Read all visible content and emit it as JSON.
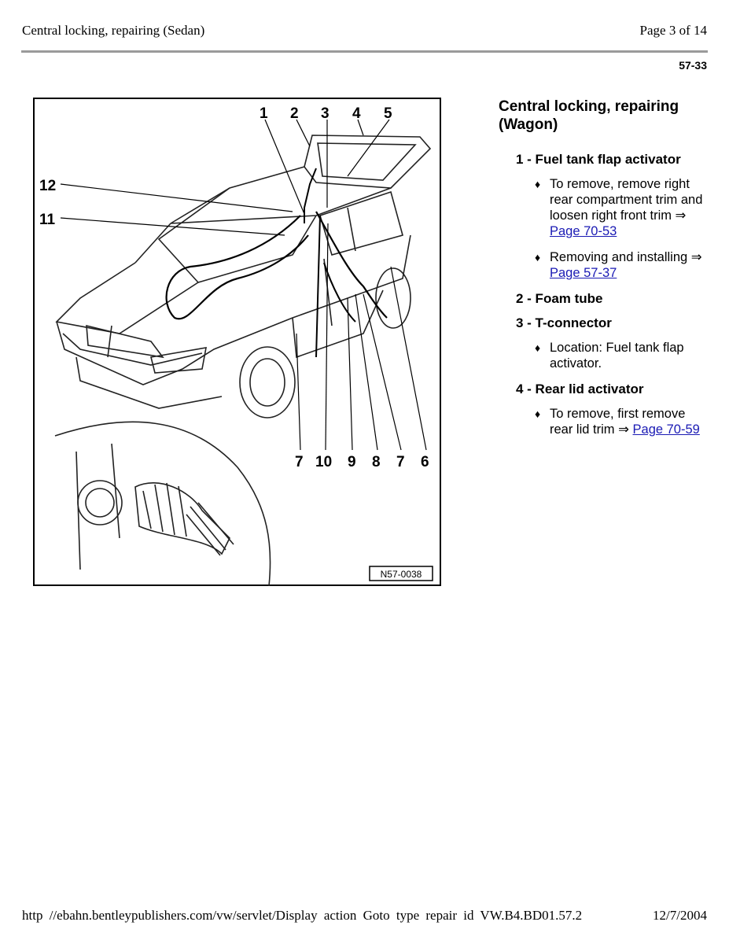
{
  "header": {
    "title": "Central locking, repairing (Sedan)",
    "page": "Page 3 of 14"
  },
  "page_number": "57-33",
  "figure": {
    "callouts": {
      "c1": "1",
      "c2": "2",
      "c3": "3",
      "c4": "4",
      "c5": "5",
      "c12": "12",
      "c11": "11",
      "b7a": "7",
      "b10": "10",
      "b9": "9",
      "b8": "8",
      "b7b": "7",
      "b6": "6"
    },
    "code": "N57-0038"
  },
  "section": {
    "title": "Central locking, repairing (Wagon)",
    "items": [
      {
        "label": "1 - Fuel tank flap activator",
        "bullets": [
          {
            "text": "To remove, remove right rear compartment trim and loosen right front trim ⇒ ",
            "link": "Page 70-53"
          },
          {
            "text": "Removing and installing ⇒ ",
            "link": "Page 57-37"
          }
        ]
      },
      {
        "label": "2 - Foam tube",
        "bullets": []
      },
      {
        "label": "3 - T-connector",
        "bullets": [
          {
            "text": "Location: Fuel tank flap activator.",
            "link": ""
          }
        ]
      },
      {
        "label": "4 - Rear lid activator",
        "bullets": [
          {
            "text": "To remove, first remove rear lid trim ⇒ ",
            "link": "Page 70-59"
          }
        ]
      }
    ]
  },
  "footer": {
    "url": "http //ebahn.bentleypublishers.com/vw/servlet/Display action Goto type repair id VW.B4.BD01.57.2",
    "date": "12/7/2004"
  },
  "colors": {
    "link": "#1a1ab4",
    "rule": "#9a9a9a"
  }
}
